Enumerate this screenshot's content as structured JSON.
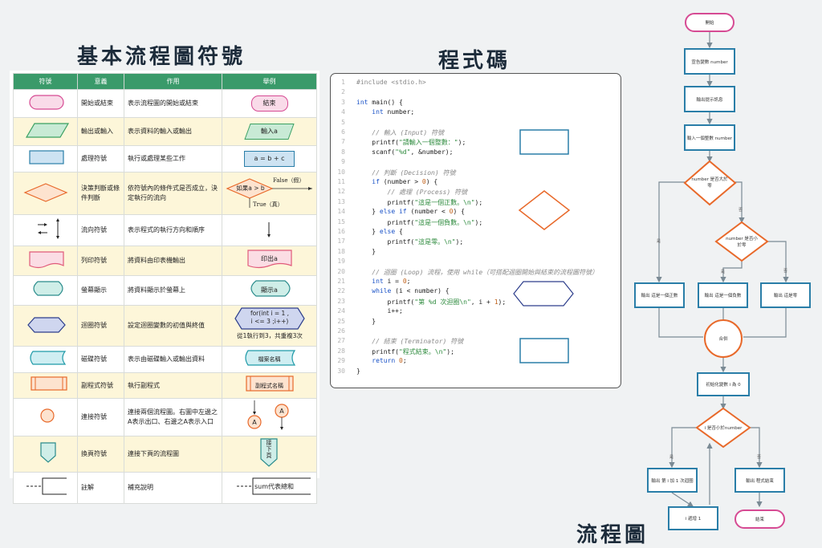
{
  "titles": {
    "symbols": "基本流程圖符號",
    "code": "程式碼",
    "flowchart": "流程圖"
  },
  "symbol_table": {
    "headers": [
      "符號",
      "意義",
      "作用",
      "舉例"
    ],
    "rows": [
      {
        "meaning": "開始或結束",
        "purpose": "表示流程圖的開始或結束",
        "example": "結束"
      },
      {
        "meaning": "輸出或輸入",
        "purpose": "表示資料的輸入或輸出",
        "example": "輸入a"
      },
      {
        "meaning": "處理符號",
        "purpose": "執行或處理某些工作",
        "example": "a = b + c"
      },
      {
        "meaning": "決策判斷或條件判斷",
        "purpose": "依符號內的條件式是否成立，決定執行的流向",
        "example": "如果a > b",
        "example_false": "False（假）",
        "example_true": "True（真）"
      },
      {
        "meaning": "流向符號",
        "purpose": "表示程式的執行方向和順序",
        "example": ""
      },
      {
        "meaning": "列印符號",
        "purpose": "將資料由印表機輸出",
        "example": "印出a"
      },
      {
        "meaning": "螢幕顯示",
        "purpose": "將資料顯示於螢幕上",
        "example": "顯示a"
      },
      {
        "meaning": "迴圈符號",
        "purpose": "設定迴圈變數的初值與終值",
        "example": "for(int i = 1 ,\ni <= 3 ;i++)",
        "example_note": "從1執行到3，共重複3次"
      },
      {
        "meaning": "磁碟符號",
        "purpose": "表示由磁碟輸入或輸出資料",
        "example": "檔案名稱"
      },
      {
        "meaning": "副程式符號",
        "purpose": "執行副程式",
        "example": "副程式名稱"
      },
      {
        "meaning": "連接符號",
        "purpose": "連接兩個流程圖。右圖中左邊之A表示出口、右邊之A表示入口",
        "example": "A",
        "example2": "A"
      },
      {
        "meaning": "換頁符號",
        "purpose": "連接下頁的流程圖",
        "example": "接\n下\n頁"
      },
      {
        "meaning": "註解",
        "purpose": "補充說明",
        "example": "sum代表總和"
      }
    ]
  },
  "code": {
    "lines": [
      {
        "n": "1",
        "t": [
          [
            "p",
            "#include <stdio.h>"
          ]
        ]
      },
      {
        "n": "2",
        "t": []
      },
      {
        "n": "3",
        "t": [
          [
            "k",
            "int"
          ],
          [
            "x",
            " main() {"
          ]
        ]
      },
      {
        "n": "4",
        "t": [
          [
            "x",
            "    "
          ],
          [
            "k",
            "int"
          ],
          [
            "x",
            " number;"
          ]
        ]
      },
      {
        "n": "5",
        "t": []
      },
      {
        "n": "6",
        "t": [
          [
            "c",
            "    // 輸入 (Input) 符號"
          ]
        ]
      },
      {
        "n": "7",
        "t": [
          [
            "x",
            "    printf("
          ],
          [
            "s",
            "\"請輸入一個整數：\""
          ],
          [
            "x",
            ");"
          ]
        ]
      },
      {
        "n": "8",
        "t": [
          [
            "x",
            "    scanf("
          ],
          [
            "s",
            "\"%d\""
          ],
          [
            "x",
            ", &number);"
          ]
        ]
      },
      {
        "n": "9",
        "t": []
      },
      {
        "n": "10",
        "t": [
          [
            "c",
            "    // 判斷 (Decision) 符號"
          ]
        ]
      },
      {
        "n": "11",
        "t": [
          [
            "x",
            "    "
          ],
          [
            "k",
            "if"
          ],
          [
            "x",
            " (number > "
          ],
          [
            "n",
            "0"
          ],
          [
            "x",
            ") {"
          ]
        ]
      },
      {
        "n": "12",
        "t": [
          [
            "c",
            "        // 處理 (Process) 符號"
          ]
        ]
      },
      {
        "n": "13",
        "t": [
          [
            "x",
            "        printf("
          ],
          [
            "s",
            "\"這是一個正數。\\n\""
          ],
          [
            "x",
            ");"
          ]
        ]
      },
      {
        "n": "14",
        "t": [
          [
            "x",
            "    } "
          ],
          [
            "k",
            "else if"
          ],
          [
            "x",
            " (number < "
          ],
          [
            "n",
            "0"
          ],
          [
            "x",
            ") {"
          ]
        ]
      },
      {
        "n": "15",
        "t": [
          [
            "x",
            "        printf("
          ],
          [
            "s",
            "\"這是一個負數。\\n\""
          ],
          [
            "x",
            ");"
          ]
        ]
      },
      {
        "n": "16",
        "t": [
          [
            "x",
            "    } "
          ],
          [
            "k",
            "else"
          ],
          [
            "x",
            " {"
          ]
        ]
      },
      {
        "n": "17",
        "t": [
          [
            "x",
            "        printf("
          ],
          [
            "s",
            "\"這是零。\\n\""
          ],
          [
            "x",
            ");"
          ]
        ]
      },
      {
        "n": "18",
        "t": [
          [
            "x",
            "    }"
          ]
        ]
      },
      {
        "n": "19",
        "t": []
      },
      {
        "n": "20",
        "t": [
          [
            "c",
            "    // 迴圈 (Loop) 流程，使用 while（可搭配迴圈開始與結束的流程圖符號）"
          ]
        ]
      },
      {
        "n": "21",
        "t": [
          [
            "x",
            "    "
          ],
          [
            "k",
            "int"
          ],
          [
            "x",
            " i = "
          ],
          [
            "n",
            "0"
          ],
          [
            "x",
            ";"
          ]
        ]
      },
      {
        "n": "22",
        "t": [
          [
            "x",
            "    "
          ],
          [
            "k",
            "while"
          ],
          [
            "x",
            " (i < number) {"
          ]
        ]
      },
      {
        "n": "23",
        "t": [
          [
            "x",
            "        printf("
          ],
          [
            "s",
            "\"第 %d 次迴圈\\n\""
          ],
          [
            "x",
            ", i + "
          ],
          [
            "n",
            "1"
          ],
          [
            "x",
            ");"
          ]
        ]
      },
      {
        "n": "24",
        "t": [
          [
            "x",
            "        i++;"
          ]
        ]
      },
      {
        "n": "25",
        "t": [
          [
            "x",
            "    }"
          ]
        ]
      },
      {
        "n": "26",
        "t": []
      },
      {
        "n": "27",
        "t": [
          [
            "c",
            "    // 結束 (Terminator) 符號"
          ]
        ]
      },
      {
        "n": "28",
        "t": [
          [
            "x",
            "    printf("
          ],
          [
            "s",
            "\"程式結束。\\n\""
          ],
          [
            "x",
            ");"
          ]
        ]
      },
      {
        "n": "29",
        "t": [
          [
            "x",
            "    "
          ],
          [
            "k",
            "return"
          ],
          [
            "x",
            " "
          ],
          [
            "n",
            "0"
          ],
          [
            "x",
            ";"
          ]
        ]
      },
      {
        "n": "30",
        "t": [
          [
            "x",
            "}"
          ]
        ]
      }
    ]
  },
  "flowchart": {
    "start": "開始",
    "declare": "宣告變數 number",
    "prompt": "輸出提示訊息",
    "input": "輸入一個整數 number",
    "decision1": "number 是否大於零",
    "decision2": "number 是否小於零",
    "out_pos": "輸出 這是一個正數",
    "out_neg": "輸出 這是一個負數",
    "out_zero": "輸出 這是零",
    "merge": "合併",
    "init_i": "初始化變數 i 為 0",
    "decision3": "i 是否小於number",
    "loop_out": "輸出 第 i 加 1 次迴圈",
    "increment": "i 遞增 1",
    "end_out": "輸出 程式結束",
    "end": "結束",
    "yes": "是",
    "no": "否"
  },
  "colors": {
    "header_green": "#3a9a6a",
    "terminal_pink": "#d64a93",
    "process_blue": "#2a7ea8",
    "decision_orange": "#e8692a",
    "io_green": "#3aa062",
    "loop_navy": "#2d3e8c",
    "display_teal": "#2a8c8c"
  }
}
